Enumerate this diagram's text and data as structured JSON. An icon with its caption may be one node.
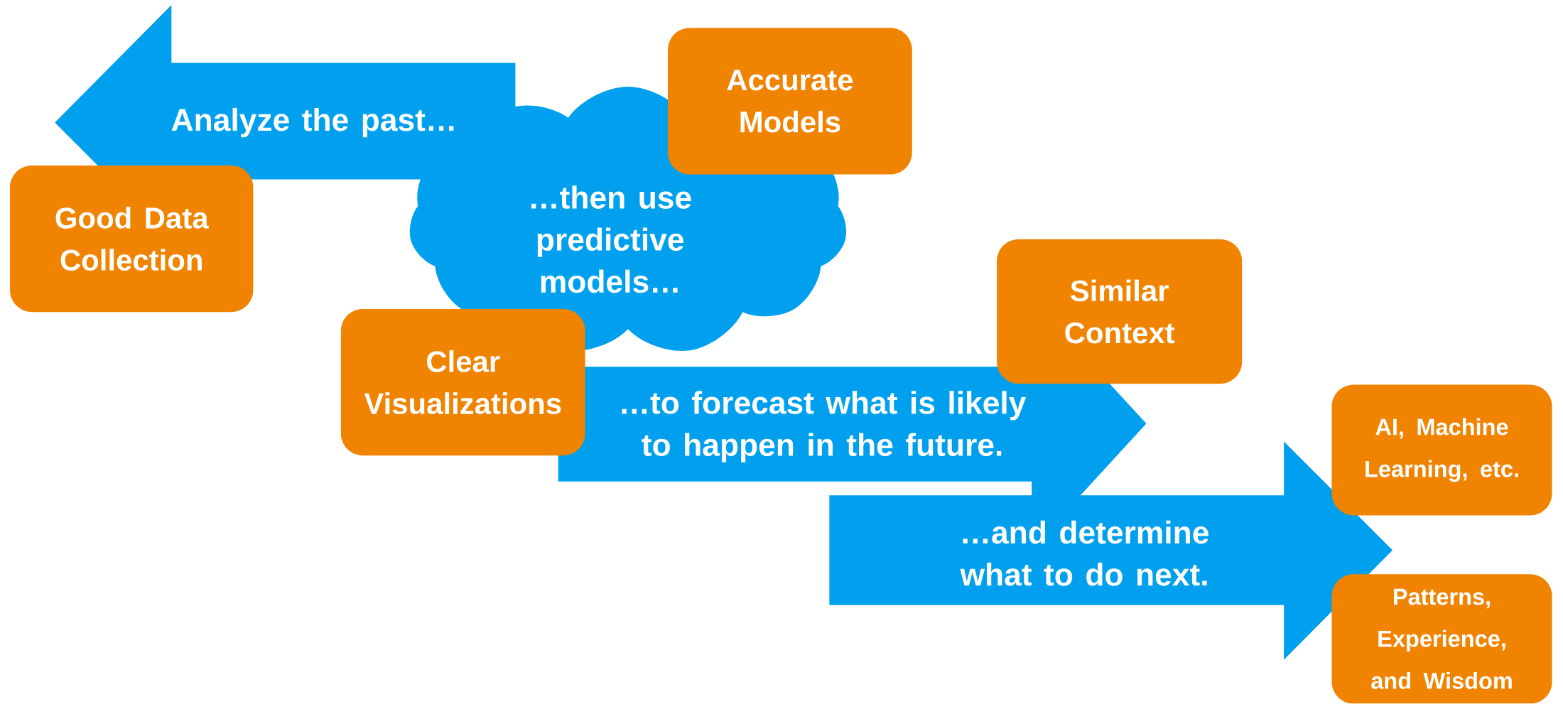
{
  "diagram": {
    "nodes": [
      {
        "text": [
          "Analyze the past…"
        ]
      },
      {
        "text": [
          "Accurate Models"
        ]
      },
      {
        "text": [
          "Good Data Collection"
        ]
      },
      {
        "text": [
          "…then use predictive models…"
        ]
      },
      {
        "text": [
          "Similar Context"
        ]
      },
      {
        "text": [
          "Clear Visualizations"
        ]
      },
      {
        "text": [
          "…to forecast what is likely to happen in the future."
        ]
      },
      {
        "text": [
          "AI, Machine Learning, etc."
        ]
      },
      {
        "text": [
          "…and determine what to do next."
        ]
      },
      {
        "text": [
          "Patterns, Experience, and Wisdom"
        ]
      }
    ],
    "edges": []
  }
}
